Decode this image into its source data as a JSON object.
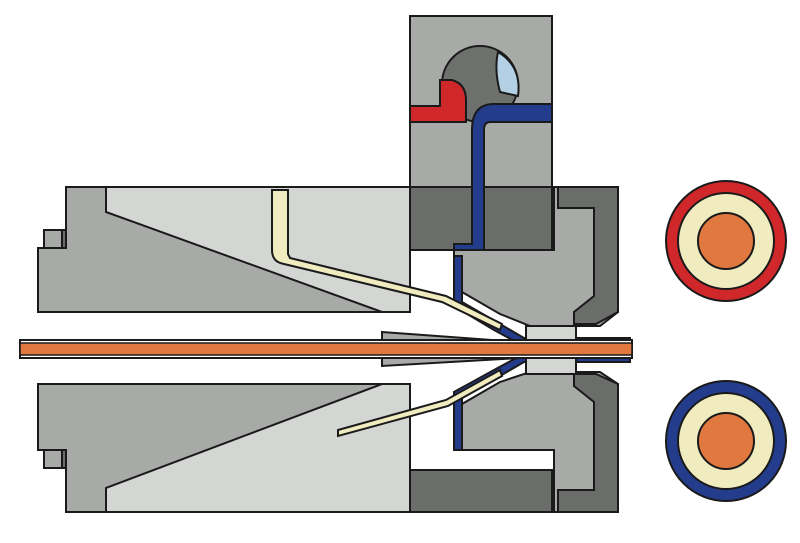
{
  "diagram": {
    "kind": "extrusion-crosshead-die-cross-section",
    "colors": {
      "background": "#ffffff",
      "outline": "#1a1a1a",
      "body_light": "#d4d6d4",
      "body_mid": "#a8aaa8",
      "body_dark": "#6b6d6b",
      "channel_cream": "#f0ecc0",
      "conductor_copper": "#e07840",
      "red_compound": "#d0282a",
      "blue_compound": "#243c8c",
      "valve_highlight": "#b4d0e4",
      "valve_ball": "#6e706e"
    },
    "parts": {
      "rear_flange": "rear-flange",
      "die_body": "die-body",
      "tapered_core": "tapered-core",
      "flow_channel": "flow-channel",
      "crosshead_block": "crosshead-block",
      "diverter_valve": "diverter-valve",
      "red_inlet": "red-compound-inlet",
      "blue_inlet": "blue-compound-inlet",
      "die_head": "die-head",
      "conductor": "conductor"
    },
    "cable_sections": [
      {
        "name": "red-sheath-cable-section",
        "jacket": "#d0282a",
        "insulation": "#f0ecc0",
        "core": "#e07840"
      },
      {
        "name": "blue-sheath-cable-section",
        "jacket": "#243c8c",
        "insulation": "#f0ecc0",
        "core": "#e07840"
      }
    ]
  }
}
